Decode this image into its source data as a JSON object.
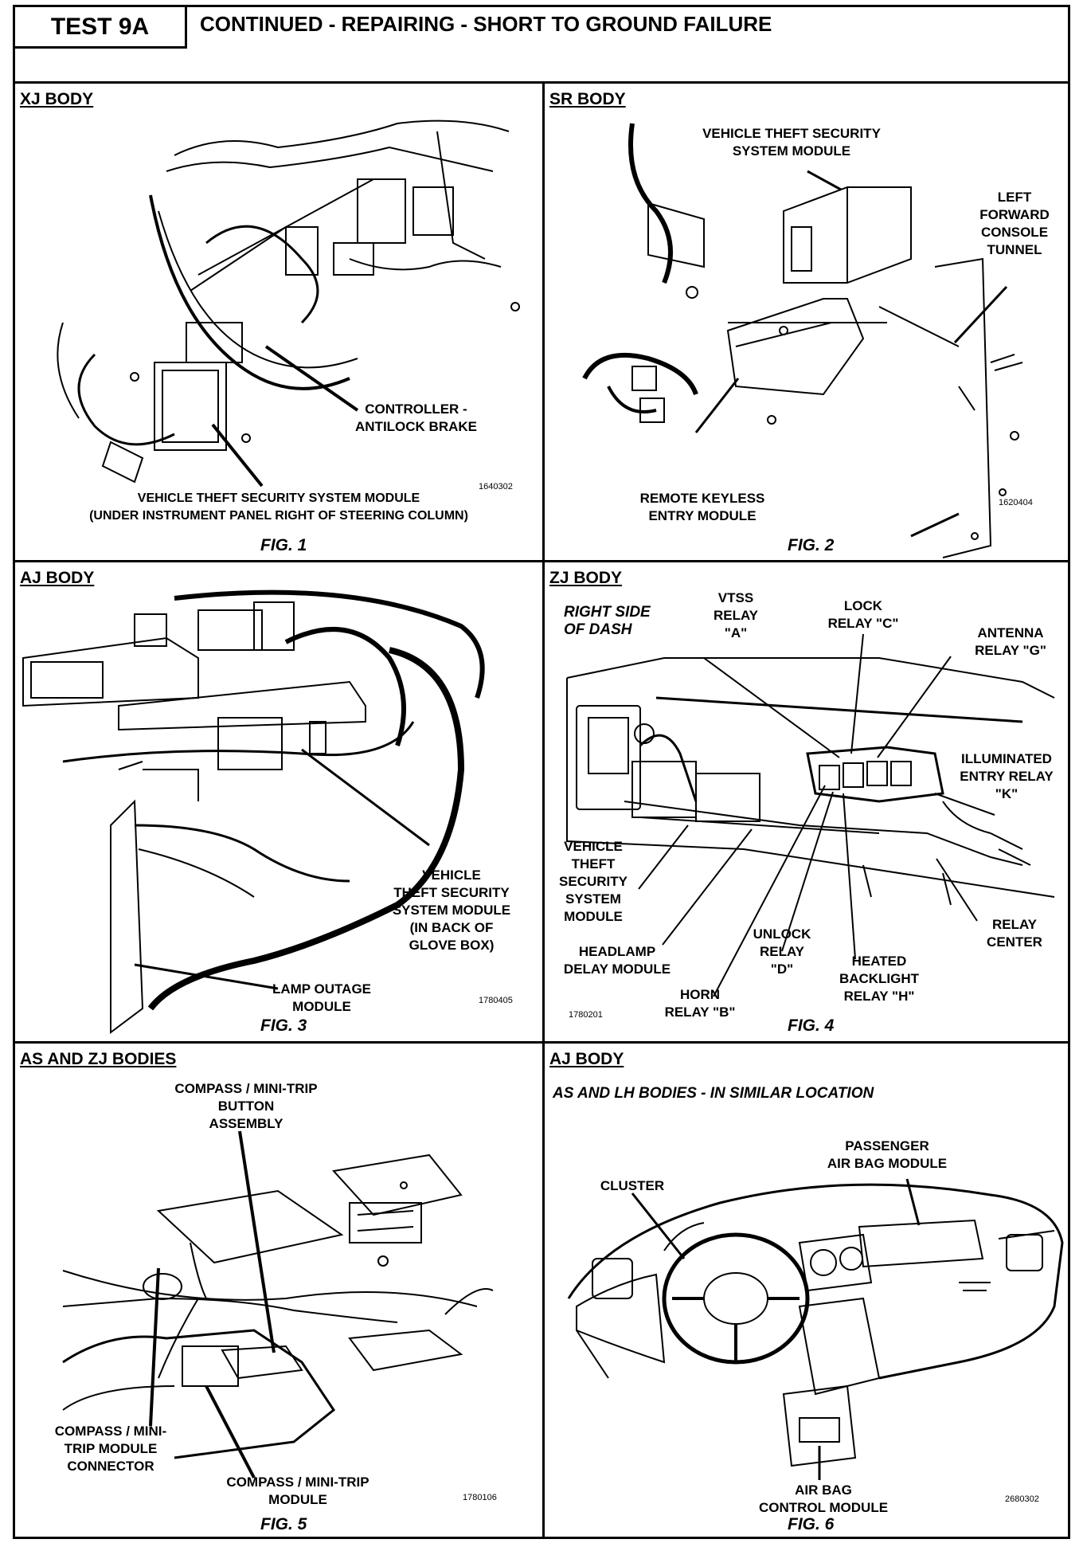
{
  "header": {
    "test_label": "TEST 9A",
    "title": "CONTINUED -  REPAIRING - SHORT TO GROUND FAILURE"
  },
  "panels": [
    {
      "title": "XJ BODY",
      "labels": [
        "CONTROLLER -\nANTILOCK BRAKE",
        "VEHICLE THEFT SECURITY SYSTEM MODULE\n(UNDER INSTRUMENT PANEL RIGHT OF STEERING COLUMN)"
      ],
      "number": "1640302",
      "fig": "FIG. 1"
    },
    {
      "title": "SR BODY",
      "labels": [
        "VEHICLE THEFT SECURITY\nSYSTEM MODULE",
        "LEFT\nFORWARD\nCONSOLE\nTUNNEL",
        "REMOTE KEYLESS\nENTRY MODULE"
      ],
      "number": "1620404",
      "fig": "FIG. 2"
    },
    {
      "title": "AJ BODY",
      "labels": [
        "VEHICLE\nTHEFT SECURITY\nSYSTEM MODULE\n(IN BACK OF\nGLOVE BOX)",
        "LAMP OUTAGE\nMODULE"
      ],
      "number": "1780405",
      "fig": "FIG. 3"
    },
    {
      "title": "ZJ BODY",
      "subtitle": "RIGHT SIDE\nOF DASH",
      "labels": [
        "VTSS\nRELAY\n\"A\"",
        "LOCK\nRELAY \"C\"",
        "ANTENNA\nRELAY \"G\"",
        "ILLUMINATED\nENTRY RELAY\n\"K\"",
        "VEHICLE\nTHEFT\nSECURITY\nSYSTEM\nMODULE",
        "HEADLAMP\nDELAY MODULE",
        "HORN\nRELAY \"B\"",
        "UNLOCK\nRELAY\n\"D\"",
        "HEATED\nBACKLIGHT\nRELAY \"H\"",
        "RELAY\nCENTER"
      ],
      "number": "1780201",
      "fig": "FIG. 4"
    },
    {
      "title": "AS AND ZJ BODIES",
      "labels": [
        "COMPASS / MINI-TRIP\nBUTTON\nASSEMBLY",
        "COMPASS / MINI-\nTRIP MODULE\nCONNECTOR",
        "COMPASS / MINI-TRIP\nMODULE"
      ],
      "number": "1780106",
      "fig": "FIG. 5"
    },
    {
      "title": "AJ BODY",
      "subtitle": "AS AND LH BODIES - IN SIMILAR LOCATION",
      "labels": [
        "PASSENGER\nAIR BAG MODULE",
        "CLUSTER",
        "AIR BAG\nCONTROL MODULE"
      ],
      "number": "2680302",
      "fig": "FIG. 6"
    }
  ]
}
